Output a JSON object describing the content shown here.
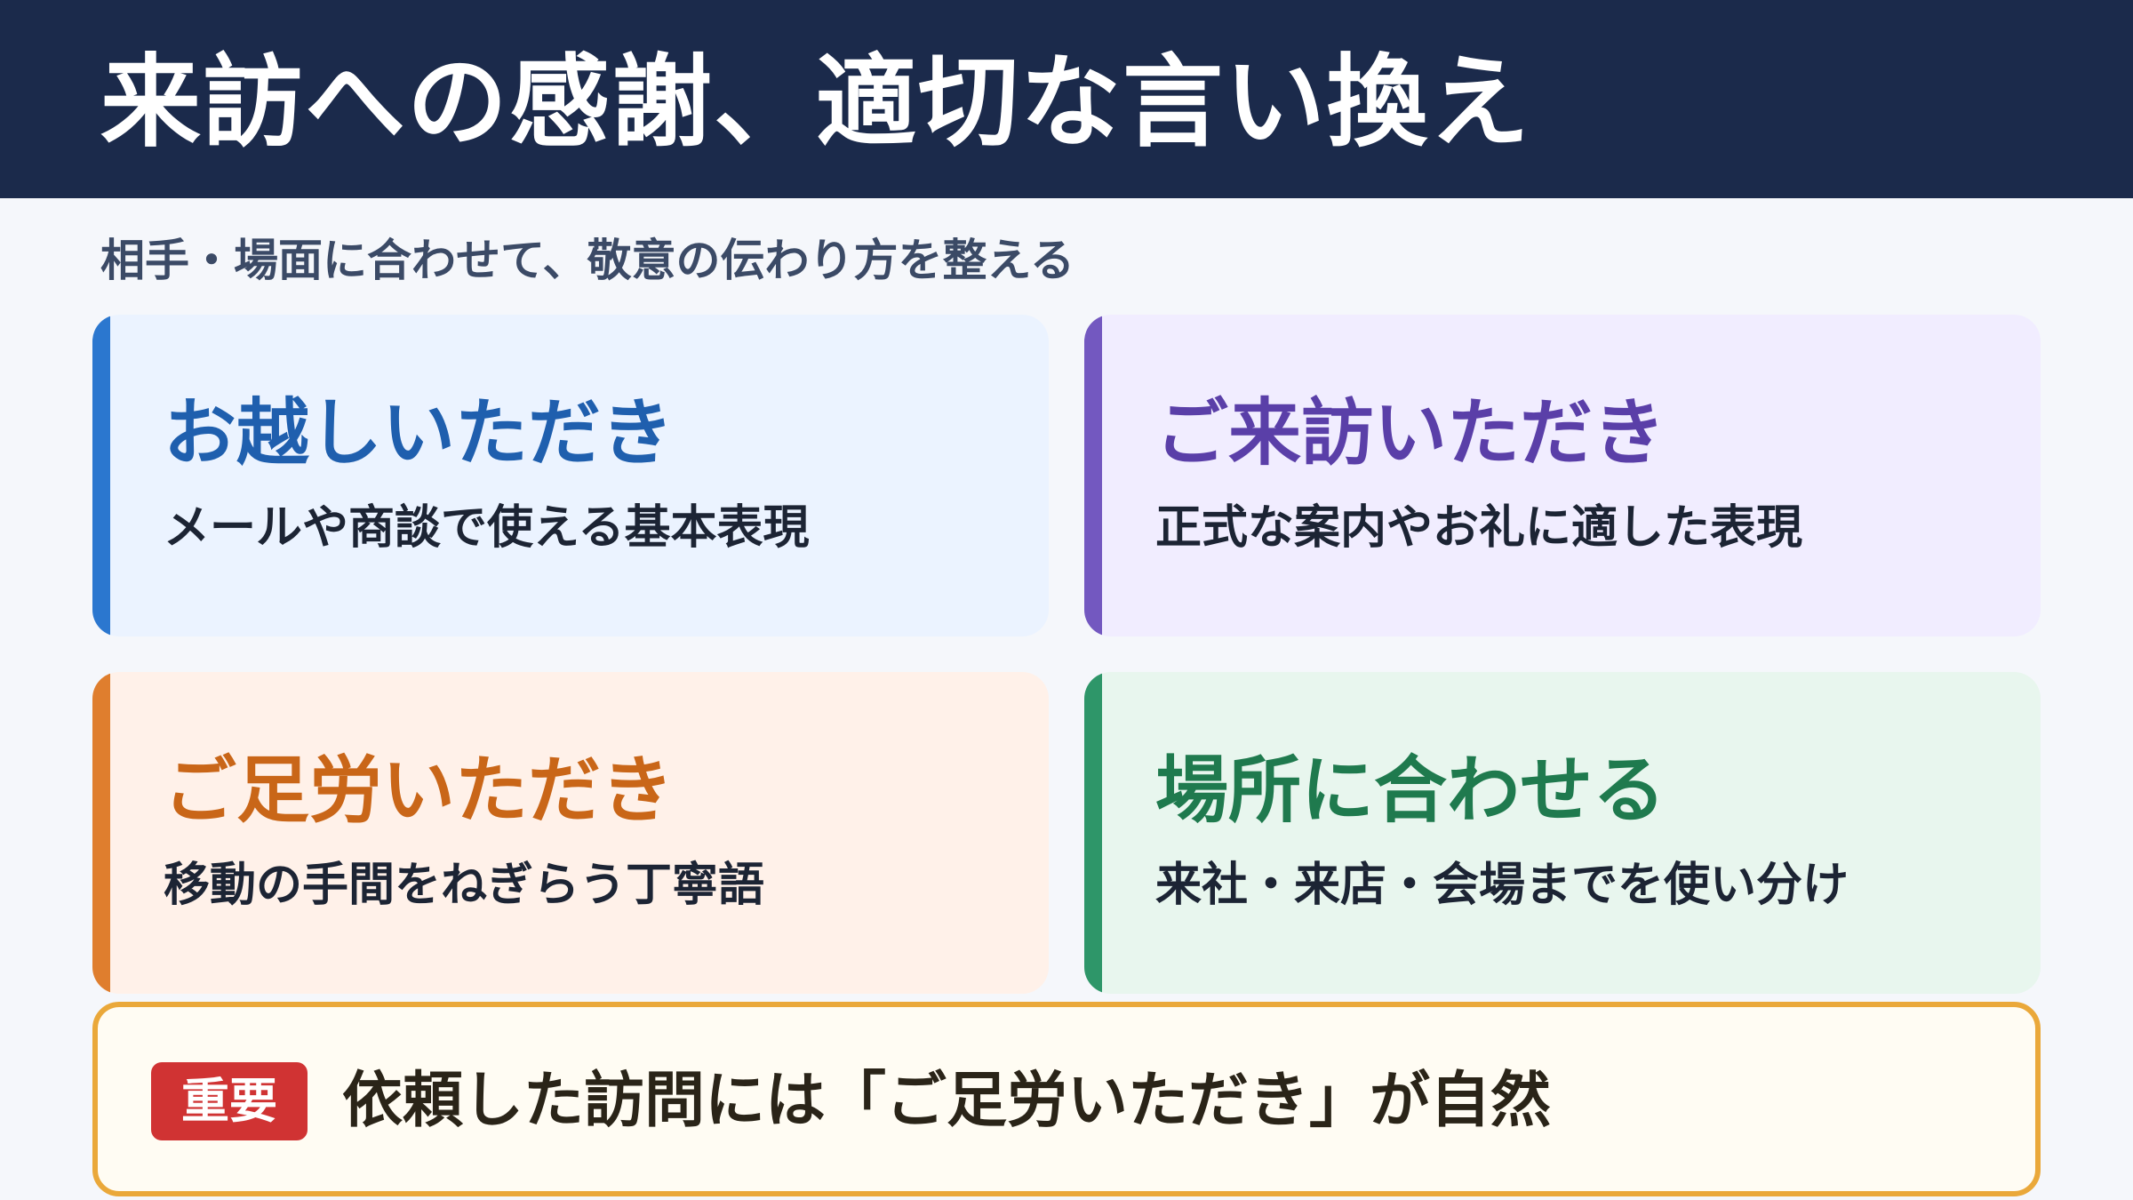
{
  "header": {
    "title": "来訪への感謝、適切な言い換え"
  },
  "subtitle": "相手・場面に合わせて、敬意の伝わり方を整える",
  "cards": [
    {
      "title": "お越しいただき",
      "description": "メールや商談で使える基本表現",
      "accent_color": "#2b77cf"
    },
    {
      "title": "ご来訪いただき",
      "description": "正式な案内やお礼に適した表現",
      "accent_color": "#7358c0"
    },
    {
      "title": "ご足労いただき",
      "description": "移動の手間をねぎらう丁寧語",
      "accent_color": "#df7e2e"
    },
    {
      "title": "場所に合わせる",
      "description": "来社・来店・会場までを使い分け",
      "accent_color": "#2e9669"
    }
  ],
  "note": {
    "badge": "重要",
    "text": "依頼した訪問には「ご足労いただき」が自然",
    "border_color": "#eaa83a",
    "badge_color": "#d03333"
  },
  "colors": {
    "header_bg": "#1b2a4b",
    "page_bg": "#f5f7fb"
  }
}
